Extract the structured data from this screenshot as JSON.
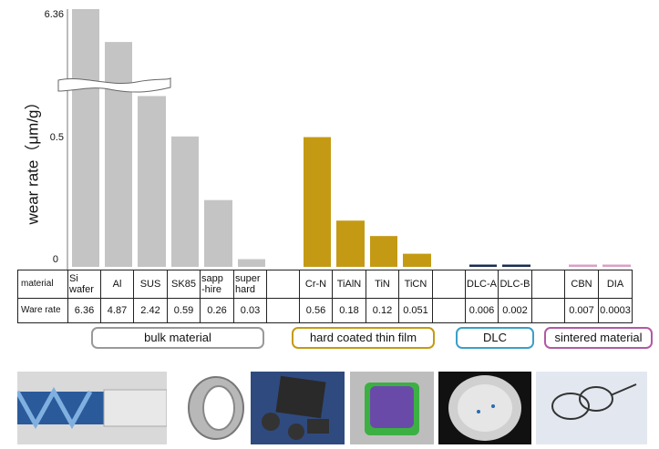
{
  "chart_data": {
    "type": "bar",
    "ylabel": "wear rate（μm/g）",
    "y_ticks": [
      "6.36",
      "0.5",
      "0"
    ],
    "axis_break": true,
    "categories": [
      "Si wafer",
      "Al",
      "SUS",
      "SK85",
      "sapp-hire",
      "super hard",
      "",
      "Cr-N",
      "TiAlN",
      "TiN",
      "TiCN",
      "",
      "DLC-A",
      "DLC-B",
      "",
      "CBN",
      "DIA"
    ],
    "values": [
      6.36,
      4.87,
      2.42,
      0.59,
      0.26,
      0.03,
      null,
      0.56,
      0.18,
      0.12,
      0.051,
      null,
      0.006,
      0.002,
      null,
      0.007,
      0.0003
    ],
    "bar_colors": [
      "#c4c4c4",
      "#c4c4c4",
      "#c4c4c4",
      "#c4c4c4",
      "#c4c4c4",
      "#c4c4c4",
      null,
      "#c49a14",
      "#c49a14",
      "#c49a14",
      "#c49a14",
      null,
      "#1c2b52",
      "#1c2b52",
      null,
      "#d9a0c4",
      "#d9a0c4"
    ],
    "table": {
      "row_labels": [
        "material",
        "Ware rate"
      ],
      "names": [
        "Si\nwafer",
        "Al",
        "SUS",
        "SK85",
        "sapp\n-hire",
        "super\nhard",
        "",
        "Cr-N",
        "TiAlN",
        "TiN",
        "TiCN",
        "",
        "DLC-A",
        "DLC-B",
        "",
        "CBN",
        "DIA"
      ],
      "rates": [
        "6.36",
        "4.87",
        "2.42",
        "0.59",
        "0.26",
        "0.03",
        "",
        "0.56",
        "0.18",
        "0.12",
        "0.051",
        "",
        "0.006",
        "0.002",
        "",
        "0.007",
        "0.0003"
      ]
    },
    "groups": [
      {
        "label": "bulk material",
        "color": "#999999"
      },
      {
        "label": "hard coated thin film",
        "color": "#c49a14"
      },
      {
        "label": "DLC",
        "color": "#3aa0c8"
      },
      {
        "label": "sintered material",
        "color": "#b05aa4"
      }
    ]
  },
  "photos": [
    {
      "icon": "drill-bit-photo"
    },
    {
      "icon": "bearing-ring-photo"
    },
    {
      "icon": "wafer-pieces-photo"
    },
    {
      "icon": "coated-chip-photo"
    },
    {
      "icon": "optical-disc-photo"
    },
    {
      "icon": "eyeglasses-photo"
    }
  ]
}
